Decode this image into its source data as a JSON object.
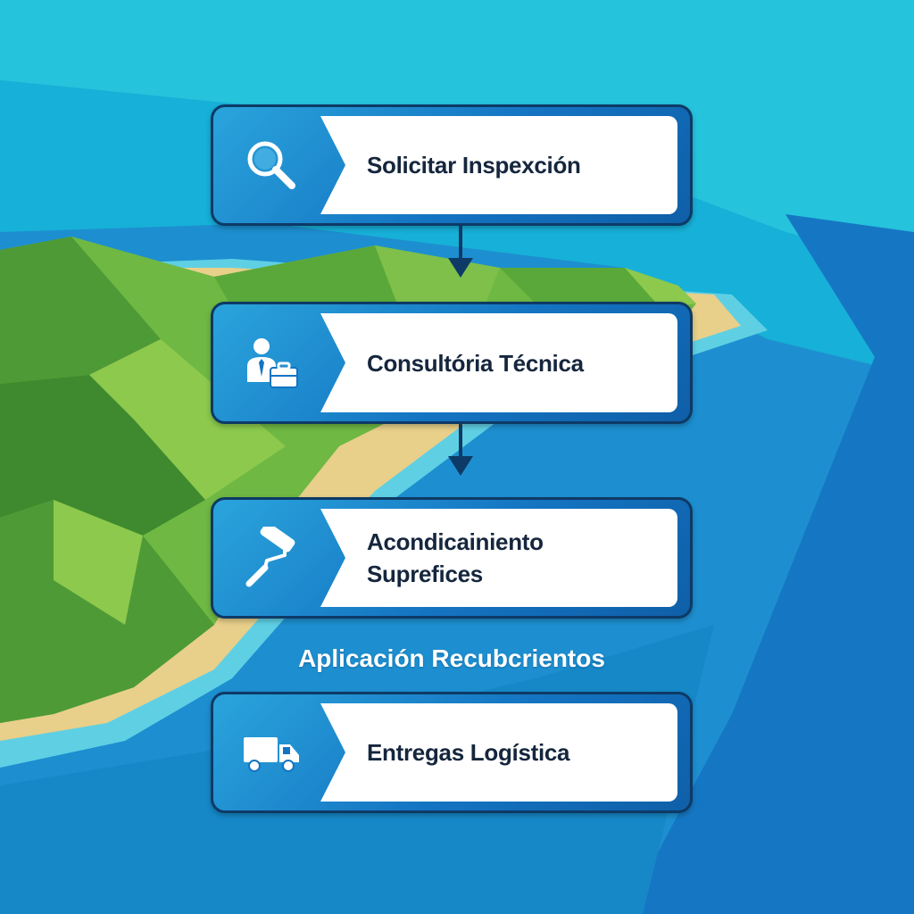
{
  "steps": [
    {
      "label": "Solicitar Inspexción",
      "icon": "magnifier-icon"
    },
    {
      "label": "Consultória Técnica",
      "icon": "consultant-briefcase-icon"
    },
    {
      "label": "Acondicainiento Suprefices",
      "icon": "paint-roller-icon"
    },
    {
      "label": "Entregas Logística",
      "icon": "delivery-truck-icon"
    }
  ],
  "free_label": "Aplicación Recubcrientos",
  "colors": {
    "box_border": "#0d3a66",
    "box_fill": "#1474c2",
    "arrow": "#0d3a66",
    "sea": "#1a9fd4",
    "land": "#6fb843",
    "sand": "#e8cf8a"
  }
}
